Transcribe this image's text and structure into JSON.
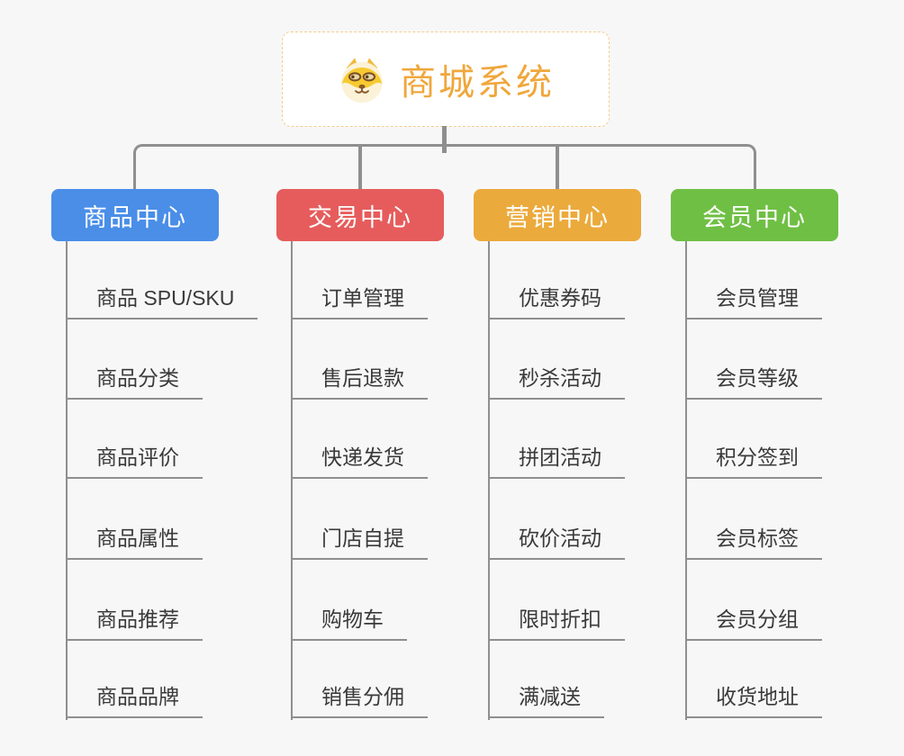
{
  "root": {
    "title": "商城系统",
    "color": "#F0A73C",
    "icon": "dog-face-icon"
  },
  "branches": [
    {
      "label": "商品中心",
      "color": "#4A8EE8",
      "children": [
        "商品 SPU/SKU",
        "商品分类",
        "商品评价",
        "商品属性",
        "商品推荐",
        "商品品牌"
      ]
    },
    {
      "label": "交易中心",
      "color": "#E65C5C",
      "children": [
        "订单管理",
        "售后退款",
        "快递发货",
        "门店自提",
        "购物车",
        "销售分佣"
      ]
    },
    {
      "label": "营销中心",
      "color": "#EBAA3C",
      "children": [
        "优惠券码",
        "秒杀活动",
        "拼团活动",
        "砍价活动",
        "限时折扣",
        "满减送"
      ]
    },
    {
      "label": "会员中心",
      "color": "#6FBF44",
      "children": [
        "会员管理",
        "会员等级",
        "积分签到",
        "会员标签",
        "会员分组",
        "收货地址"
      ]
    }
  ],
  "colors": {
    "background": "#F7F7F7",
    "connector": "#8F8F8F",
    "item_text": "#3A3A3A",
    "root_border": "#F3CD92"
  }
}
